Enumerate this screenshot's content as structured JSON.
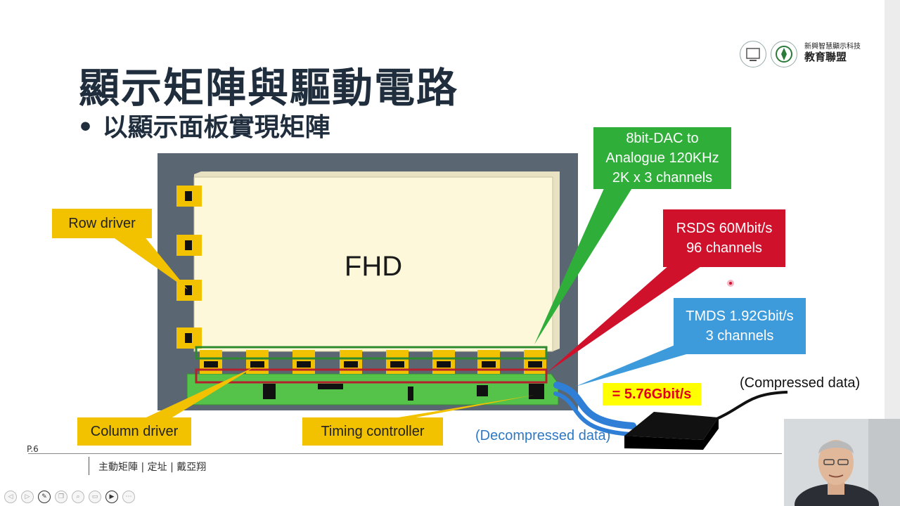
{
  "slide": {
    "title": "顯示矩陣與驅動電路",
    "bullet": "以顯示面板實現矩陣",
    "bullet_symbol": "•",
    "page_label": "P.6",
    "footer": "主動矩陣 | 定址 | 戴亞翔",
    "logo": {
      "line1": "新興智慧顯示科技",
      "line2": "教育聯盟"
    }
  },
  "diagram": {
    "panel_label": "FHD",
    "callouts": {
      "row_driver": "Row driver",
      "column_driver": "Column driver",
      "timing_controller": "Timing controller",
      "dac": [
        "8bit-DAC to",
        "Analogue 120KHz",
        "2K x 3 channels"
      ],
      "rsds": [
        "RSDS 60Mbit/s",
        "96 channels"
      ],
      "tmds": [
        "TMDS 1.92Gbit/s",
        "3 channels"
      ],
      "rate": "= 5.76Gbit/s",
      "decompressed": "(Decompressed data)",
      "compressed": "(Compressed data)"
    },
    "colors": {
      "frame": "#5b6673",
      "panel": "#fdf8da",
      "driver": "#f2c200",
      "pcb": "#55c24a",
      "dac_box": "#2fae3a",
      "rsds_box": "#d0112b",
      "tmds_box": "#3d9bdc",
      "rate_box": "#ffff00",
      "rate_text": "#e0001b",
      "cable": "#2f7fd6",
      "decompressed_text": "#2f78c4"
    }
  },
  "toolbar": {
    "buttons": [
      {
        "name": "previous-icon",
        "glyph": "◁"
      },
      {
        "name": "next-icon",
        "glyph": "▷"
      },
      {
        "name": "pen-icon",
        "glyph": "✎"
      },
      {
        "name": "copy-icon",
        "glyph": "❐"
      },
      {
        "name": "zoom-icon",
        "glyph": "⌕"
      },
      {
        "name": "subtitle-icon",
        "glyph": "▭"
      },
      {
        "name": "camera-icon",
        "glyph": "▶"
      },
      {
        "name": "more-icon",
        "glyph": "⋯"
      }
    ]
  }
}
